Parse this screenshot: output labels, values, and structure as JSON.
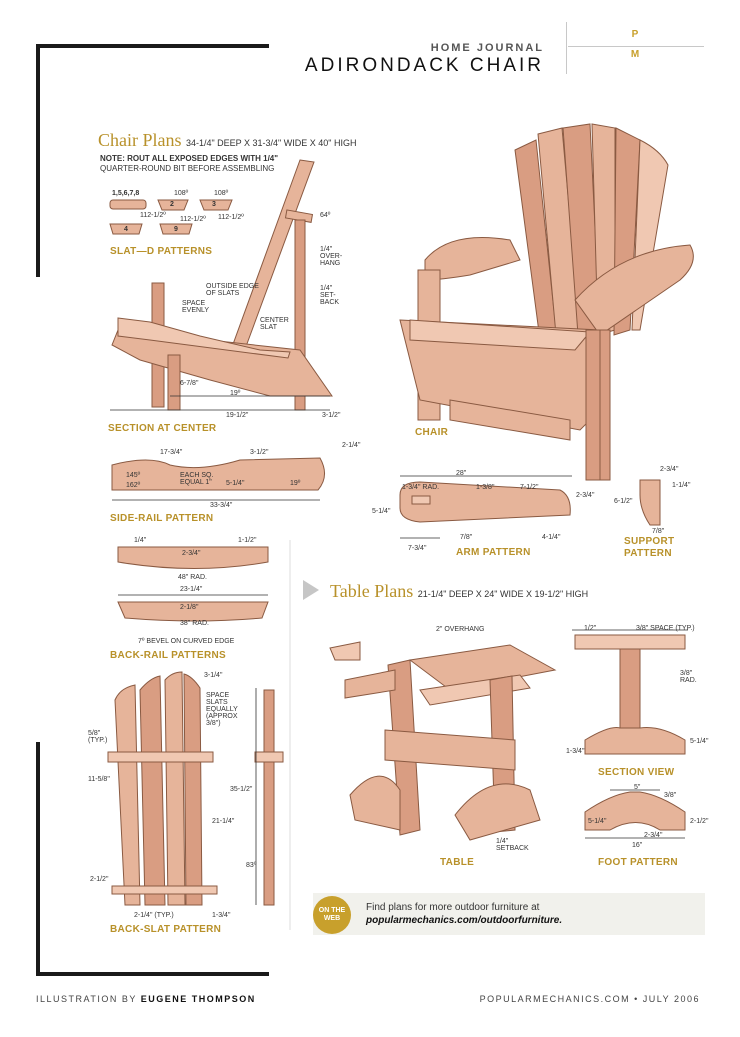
{
  "header": {
    "kicker": "HOME JOURNAL",
    "title": "ADIRONDACK CHAIR",
    "logo": [
      "P",
      "M"
    ]
  },
  "chair_plans": {
    "title": "Chair Plans",
    "dims": "34-1/4\" DEEP X 31-3/4\" WIDE X 40\" HIGH",
    "note_line1": "NOTE: ROUT ALL EXPOSED EDGES WITH 1/4\"",
    "note_line2": "QUARTER-ROUND BIT BEFORE ASSEMBLING"
  },
  "captions": {
    "slat_patterns": "SLAT—D PATTERNS",
    "section_center": "SECTION AT CENTER",
    "chair": "CHAIR",
    "side_rail": "SIDE-RAIL PATTERN",
    "arm": "ARM PATTERN",
    "support": "SUPPORT",
    "support2": "PATTERN",
    "back_rail": "BACK-RAIL PATTERNS",
    "back_slat": "BACK-SLAT PATTERN",
    "table": "TABLE",
    "section_view": "SECTION VIEW",
    "foot": "FOOT PATTERN"
  },
  "table_plans": {
    "title": "Table Plans",
    "dims": "21-1/4\" DEEP X 24\" WIDE X 19-1/2\" HIGH"
  },
  "labels": {
    "slat_nums": "1,5,6,7,8",
    "a108": "108º",
    "b108": "108º",
    "a112": "112-1/2º",
    "b112": "112-1/2º",
    "c112": "112-1/2º",
    "n2": "2",
    "n3": "3",
    "n4": "4",
    "n9": "9",
    "overhang": "1/4\" OVER-HANG",
    "setback": "1/4\" SET-BACK",
    "outside_edge": "OUTSIDE EDGE OF SLATS",
    "space_evenly": "SPACE EVENLY",
    "center_slat": "CENTER SLAT",
    "d64": "64º",
    "d19": "19º",
    "d6_7_8": "6-7/8\"",
    "d19_1_2": "19-1/2\"",
    "d3_1_2": "3-1/2\"",
    "sr_17_3_4": "17-3/4\"",
    "sr_3_1_2": "3-1/2\"",
    "sr_2_1_4": "2-1/4\"",
    "sr_145": "145º",
    "sr_162": "162º",
    "sr_each": "EACH SQ. EQUAL 1\"",
    "sr_5_1_4": "5-1/4\"",
    "sr_19": "19º",
    "sr_33_3_4": "33-3/4\"",
    "arm_28": "28\"",
    "arm_rad": "1-3/4\" RAD.",
    "arm_1_3_8": "1-3/8\"",
    "arm_7_1_2": "7-1/2\"",
    "arm_2_3_4": "2-3/4\"",
    "arm_5_1_4": "5-1/4\"",
    "arm_7_8": "7/8\"",
    "arm_7_3_4": "7-3/4\"",
    "arm_4_1_4": "4-1/4\"",
    "sup_2_3_4": "2-3/4\"",
    "sup_1_1_4": "1-1/4\"",
    "sup_6_1_2": "6-1/2\"",
    "sup_7_8": "7/8\"",
    "br_1_4": "1/4\"",
    "br_1_1_2": "1-1/2\"",
    "br_2_3_4": "2-3/4\"",
    "br_48": "48\" RAD.",
    "br_23_1_4": "23-1/4\"",
    "br_2_1_8": "2-1/8\"",
    "br_38": "38\" RAD.",
    "br_bevel": "7º BEVEL ON CURVED EDGE",
    "bs_3_1_4": "3-1/4\"",
    "bs_space": "SPACE SLATS EQUALLY (APPROX 3/8\")",
    "bs_5_8": "5/8\" (TYP.)",
    "bs_11_5_8": "11-5/8\"",
    "bs_35": "35-1/2\"",
    "bs_21": "21-1/4\"",
    "bs_83": "83º",
    "bs_2_1_2": "2-1/2\"",
    "bs_2_1_4": "2-1/4\" (TYP.)",
    "bs_1_3_4": "1-3/4\"",
    "t_overhang": "2\" OVERHANG",
    "t_setback": "1/4\" SETBACK",
    "sv_1_2": "1/2\"",
    "sv_space": "3/8\" SPACE (TYP.)",
    "sv_rad": "3/8\" RAD.",
    "sv_1_3_4": "1-3/4\"",
    "sv_5_1_4": "5-1/4\"",
    "fp_5": "5\"",
    "fp_3_8": "3/8\"",
    "fp_5_1_4": "5-1/4\"",
    "fp_2_1_2": "2-1/2\"",
    "fp_2_3_4": "2-3/4\"",
    "fp_16": "16\""
  },
  "web": {
    "badge": "ON THE WEB",
    "line1": "Find plans for more outdoor furniture at",
    "url": "popularmechanics.com/outdoorfurniture."
  },
  "footer": {
    "illus_prefix": "ILLUSTRATION BY",
    "illustrator": "EUGENE THOMPSON",
    "site": "POPULARMECHANICS.COM",
    "date": "JULY 2006"
  },
  "colors": {
    "accent": "#b8912a",
    "wood": "#e6b49a",
    "frame": "#1a1a1a"
  }
}
